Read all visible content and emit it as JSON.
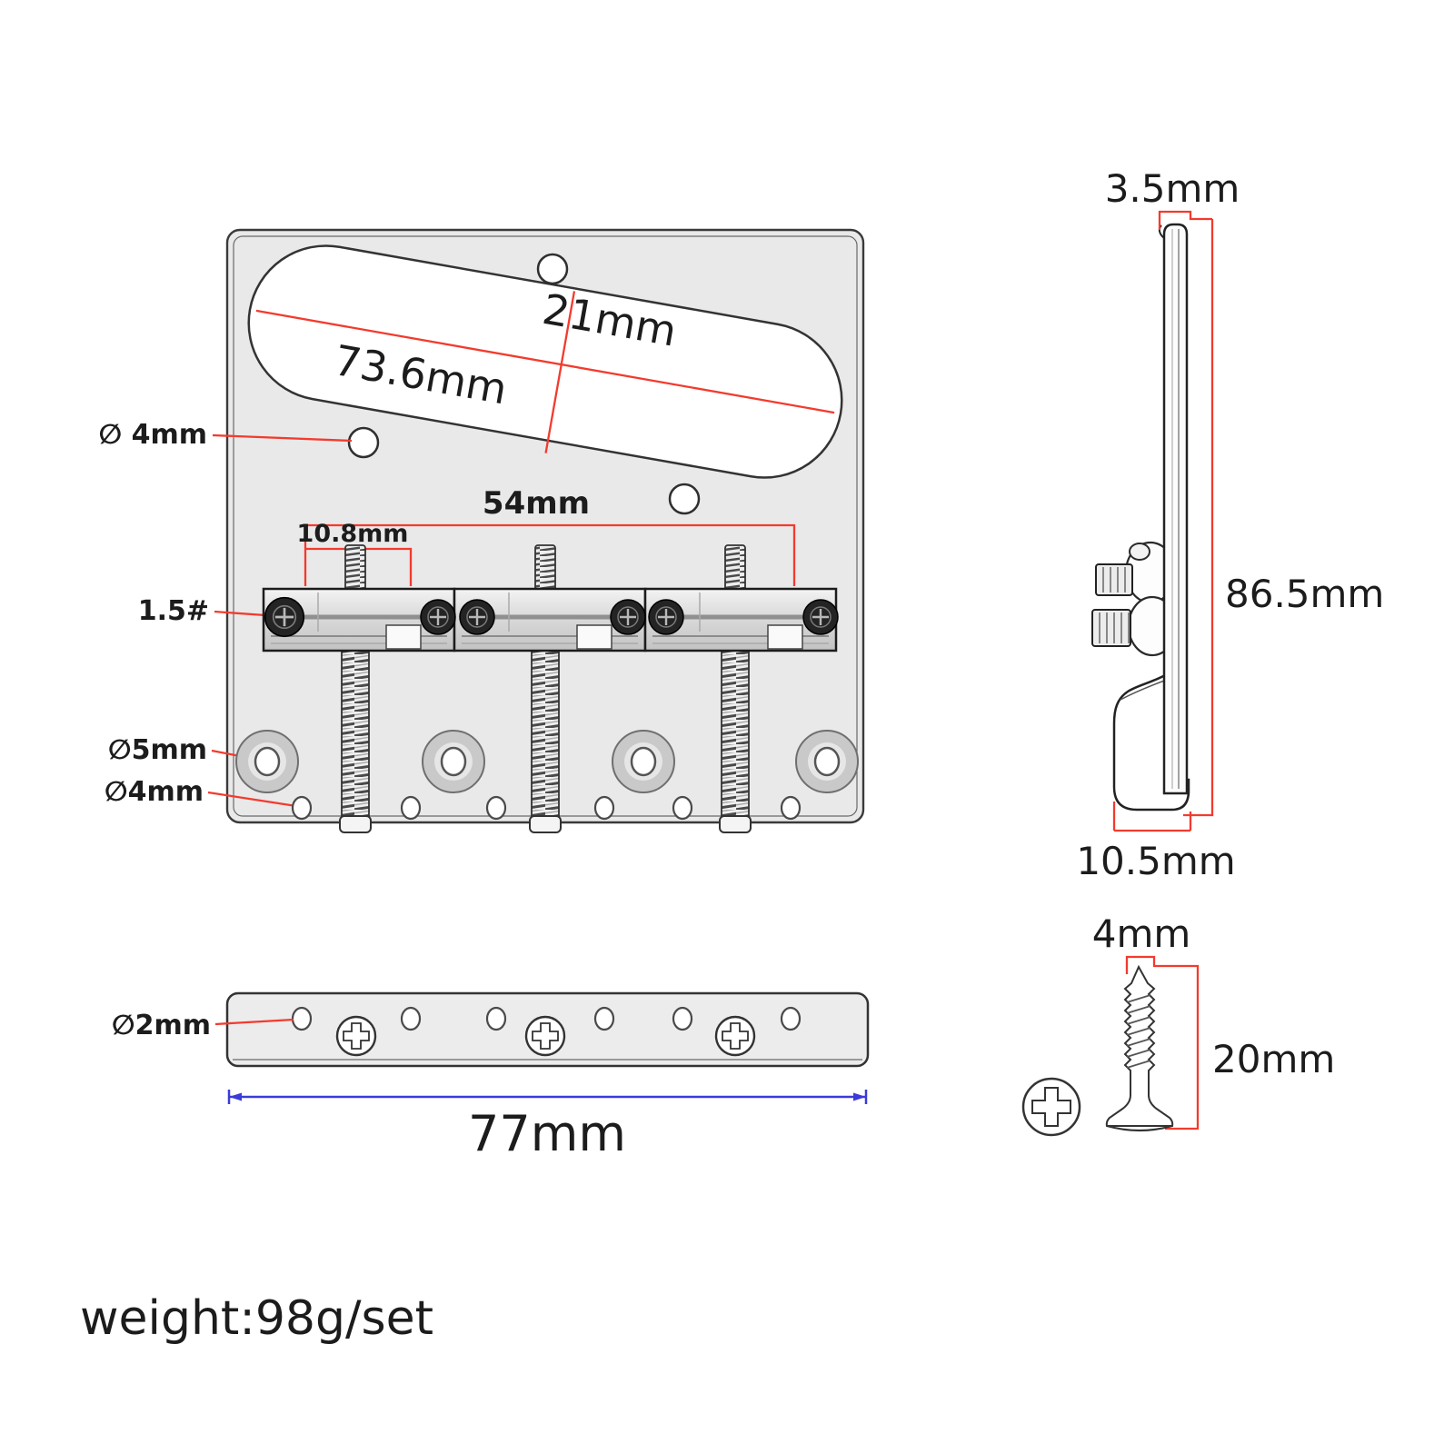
{
  "colors": {
    "dimension_red": "#f23b2e",
    "dimension_blue": "#3b3bd9",
    "plate_fill": "#e9e9e9",
    "outline": "#2f2f2f"
  },
  "front_view": {
    "cutout_length_label": "73.6mm",
    "cutout_width_label": "21mm",
    "top_hole_label": "∅ 4mm",
    "saddle_span_label": "54mm",
    "saddle_pitch_label": "10.8mm",
    "saddle_screw_label": "1.5#",
    "ferrule_label": "∅5mm",
    "small_hole_label": "∅4mm"
  },
  "side_view": {
    "thickness_label": "3.5mm",
    "height_label": "86.5mm",
    "base_width_label": "10.5mm"
  },
  "base_plate_view": {
    "hole_label": "∅2mm",
    "width_label": "77mm"
  },
  "mount_screw": {
    "diameter_label": "4mm",
    "length_label": "20mm"
  },
  "weight_label": "weight:98g/set"
}
